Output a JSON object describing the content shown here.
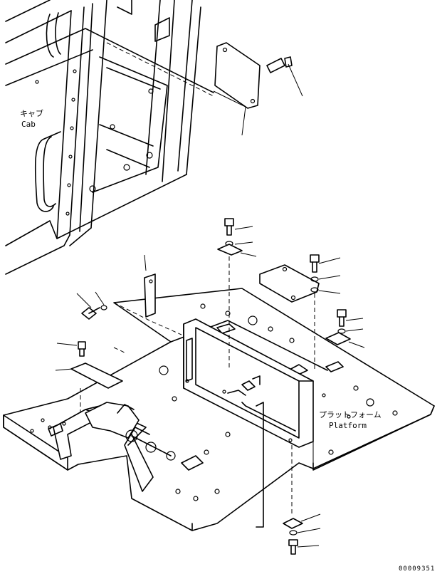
{
  "labels": {
    "cab_jp": "キャブ",
    "cab_en": "Cab",
    "platform_jp": "プラットフォーム",
    "platform_en": "Platform"
  },
  "drawing_code": "00009351"
}
